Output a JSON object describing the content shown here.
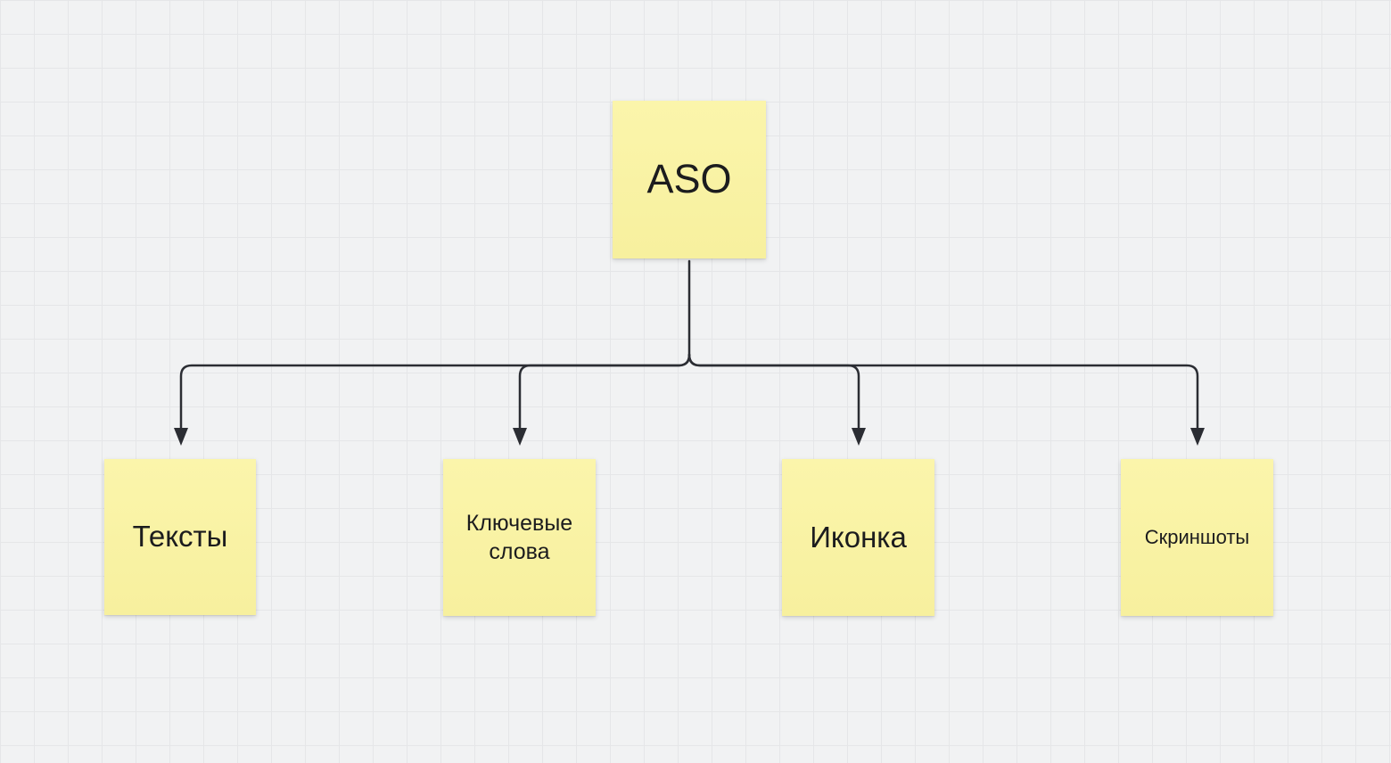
{
  "canvas": {
    "background": "#f1f2f3",
    "grid_color": "#e5e6e8"
  },
  "diagram": {
    "note_color": "#f8f2a2",
    "connector_color": "#2b2d33",
    "root": {
      "label": "ASO"
    },
    "children": [
      {
        "label": "Тексты"
      },
      {
        "label": "Ключевые слова"
      },
      {
        "label": "Иконка"
      },
      {
        "label": "Скриншоты"
      }
    ]
  }
}
